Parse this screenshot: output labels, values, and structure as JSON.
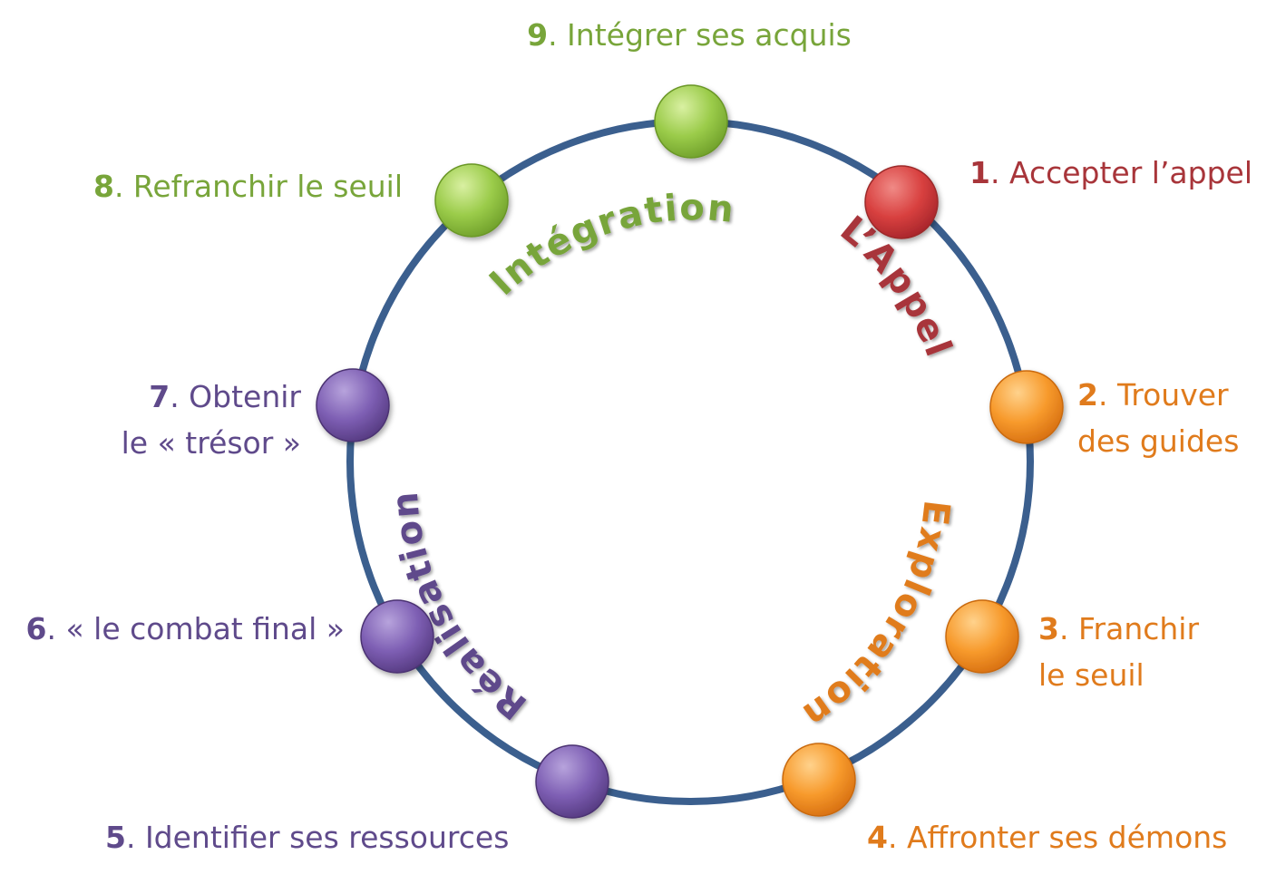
{
  "colors": {
    "ring": "#3b5f8e",
    "appel": "#a8353a",
    "exploration": "#e07b1c",
    "realisation": "#5f4a8b",
    "integration": "#78a53a"
  },
  "phases": {
    "appel": "L’Appel",
    "exploration": "Exploration",
    "realisation": "Réalisation",
    "integration": "Intégration"
  },
  "steps": [
    {
      "num": "1",
      "lines": [
        ". Accepter l’appel"
      ],
      "phase": "appel"
    },
    {
      "num": "2",
      "lines": [
        ". Trouver",
        "des guides"
      ],
      "phase": "exploration"
    },
    {
      "num": "3",
      "lines": [
        ". Franchir",
        "le seuil"
      ],
      "phase": "exploration"
    },
    {
      "num": "4",
      "lines": [
        ". Affronter ses démons"
      ],
      "phase": "exploration"
    },
    {
      "num": "5",
      "lines": [
        ". Identifier ses ressources"
      ],
      "phase": "realisation"
    },
    {
      "num": "6",
      "lines": [
        ". « le combat final »"
      ],
      "phase": "realisation"
    },
    {
      "num": "7",
      "lines": [
        ". Obtenir",
        "le « trésor »"
      ],
      "phase": "realisation"
    },
    {
      "num": "8",
      "lines": [
        ". Refranchir le seuil"
      ],
      "phase": "integration"
    },
    {
      "num": "9",
      "lines": [
        ". Intégrer ses acquis"
      ],
      "phase": "integration"
    }
  ]
}
